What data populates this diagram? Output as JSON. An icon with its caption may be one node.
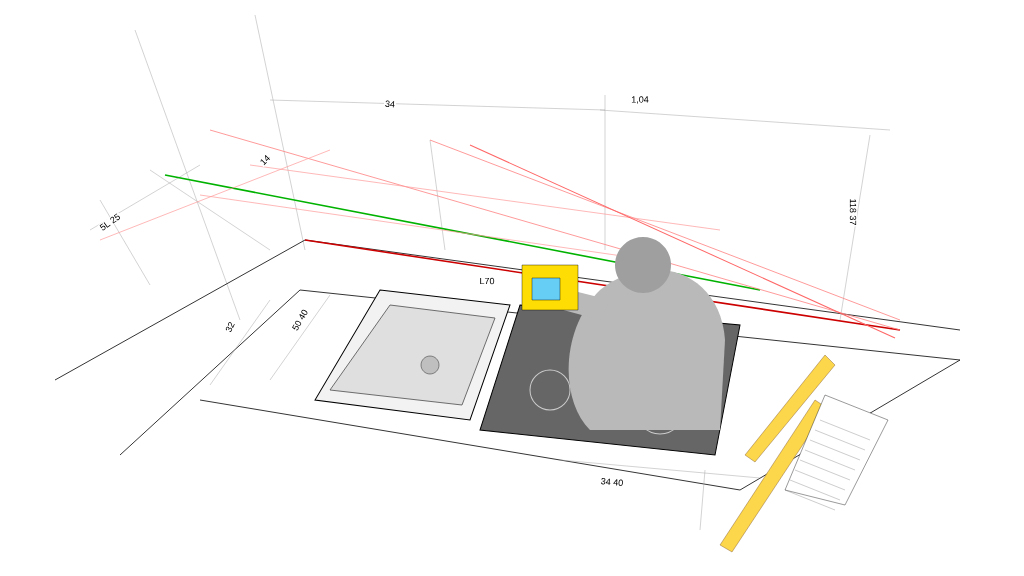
{
  "diagram": {
    "labels": [
      "34",
      "1,04",
      "14",
      "5L 25",
      "32",
      "50 40",
      "L70",
      "34 40",
      "118 37"
    ]
  }
}
